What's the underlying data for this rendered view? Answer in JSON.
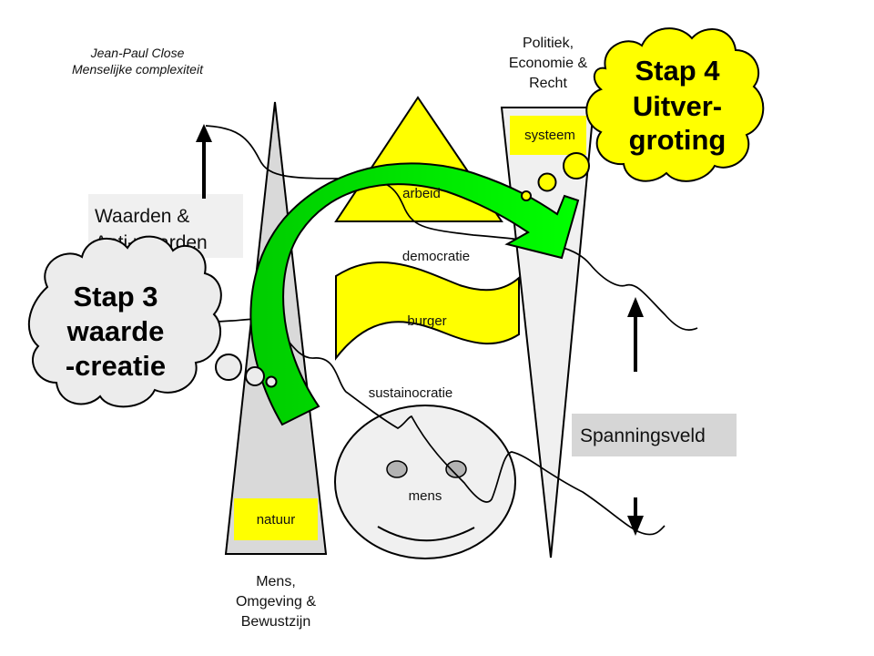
{
  "author": {
    "line1": "Jean-Paul Close",
    "line2": "Menselijke complexiteit"
  },
  "colors": {
    "yellow": "#ffff00",
    "green": "#00dd00",
    "light_gray": "#f0f0f0",
    "mid_gray": "#d9d9d9",
    "label_gray": "#d6d6d6",
    "eye_gray": "#b3b3b3"
  },
  "left_column": {
    "box_label": "natuur",
    "caption": [
      "Mens,",
      "Omgeving &",
      "Bewustzijn"
    ]
  },
  "right_column": {
    "box_label": "systeem",
    "caption": [
      "Politiek,",
      "Economie &",
      "Recht"
    ]
  },
  "center": {
    "triangle_label": "arbeid",
    "middle_caption": "democratie",
    "flag_label": "burger",
    "lower_caption": "sustainocratie",
    "face_label": "mens"
  },
  "values_box": {
    "lines": [
      "Waarden &",
      "Anti-waarden"
    ]
  },
  "tension_box": {
    "label": "Spanningsveld"
  },
  "step3_cloud": {
    "lines": [
      "Stap 3",
      "waarde",
      "-creatie"
    ]
  },
  "step4_cloud": {
    "lines": [
      "Stap 4",
      "Uitver-",
      "groting"
    ]
  }
}
